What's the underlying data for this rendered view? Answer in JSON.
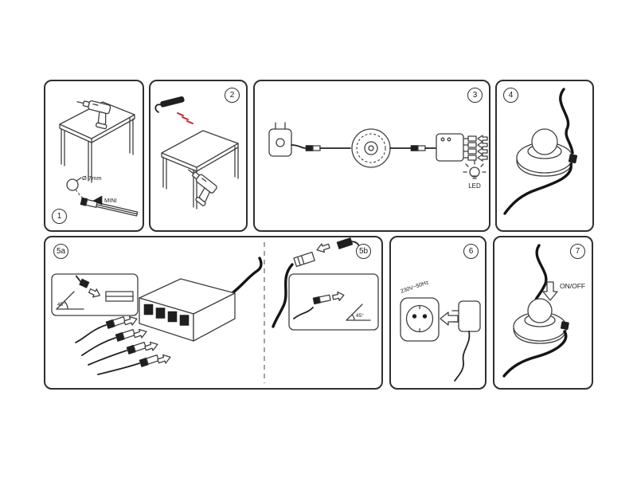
{
  "meta": {
    "description": "Furniture LED lighting installation instruction sheet",
    "background_color": "#ffffff",
    "line_color": "#3f3f3f",
    "cable_color": "#151515",
    "accent_red": "#cc2222"
  },
  "steps": {
    "step1": {
      "badge": "1",
      "hole_diameter_label": "Ø 7mm",
      "connector_label": "MINI"
    },
    "step2": {
      "badge": "2"
    },
    "step3": {
      "badge": "3",
      "led_label": "LED"
    },
    "step4": {
      "badge": "4"
    },
    "step5a": {
      "badge": "5a",
      "angle_label": "45°"
    },
    "step5b": {
      "badge": "5b",
      "angle_label": "45°"
    },
    "step6": {
      "badge": "6",
      "socket_label": "230V~50Hz"
    },
    "step7": {
      "badge": "7",
      "switch_label": "ON/OFF"
    }
  }
}
